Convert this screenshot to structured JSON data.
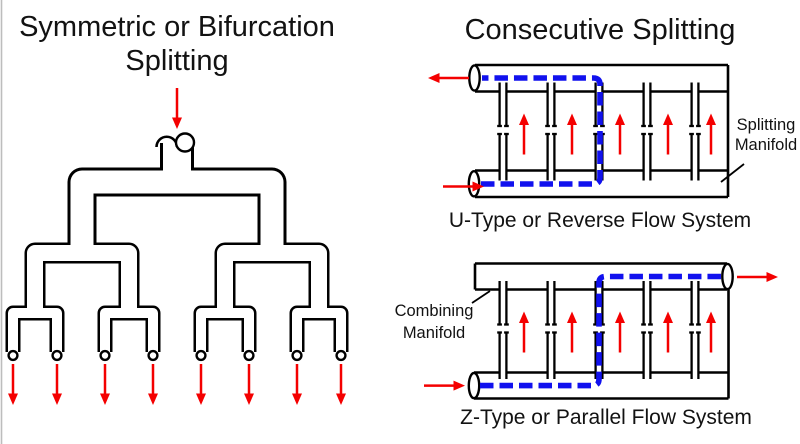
{
  "colors": {
    "red": "#F40000",
    "blue": "#1111EE",
    "line": "#000000",
    "ink": "#121212",
    "edge": "#BDBDBD"
  },
  "left_panel": {
    "title_line1": "Symmetric or Bifurcation",
    "title_line2": "Splitting"
  },
  "right_panel": {
    "title": "Consecutive Splitting"
  },
  "u_type": {
    "caption": "U-Type or Reverse Flow System",
    "label_line1": "Splitting",
    "label_line2": "Manifold"
  },
  "z_type": {
    "caption": "Z-Type or Parallel Flow System",
    "label_line1": "Combining",
    "label_line2": "Manifold"
  }
}
